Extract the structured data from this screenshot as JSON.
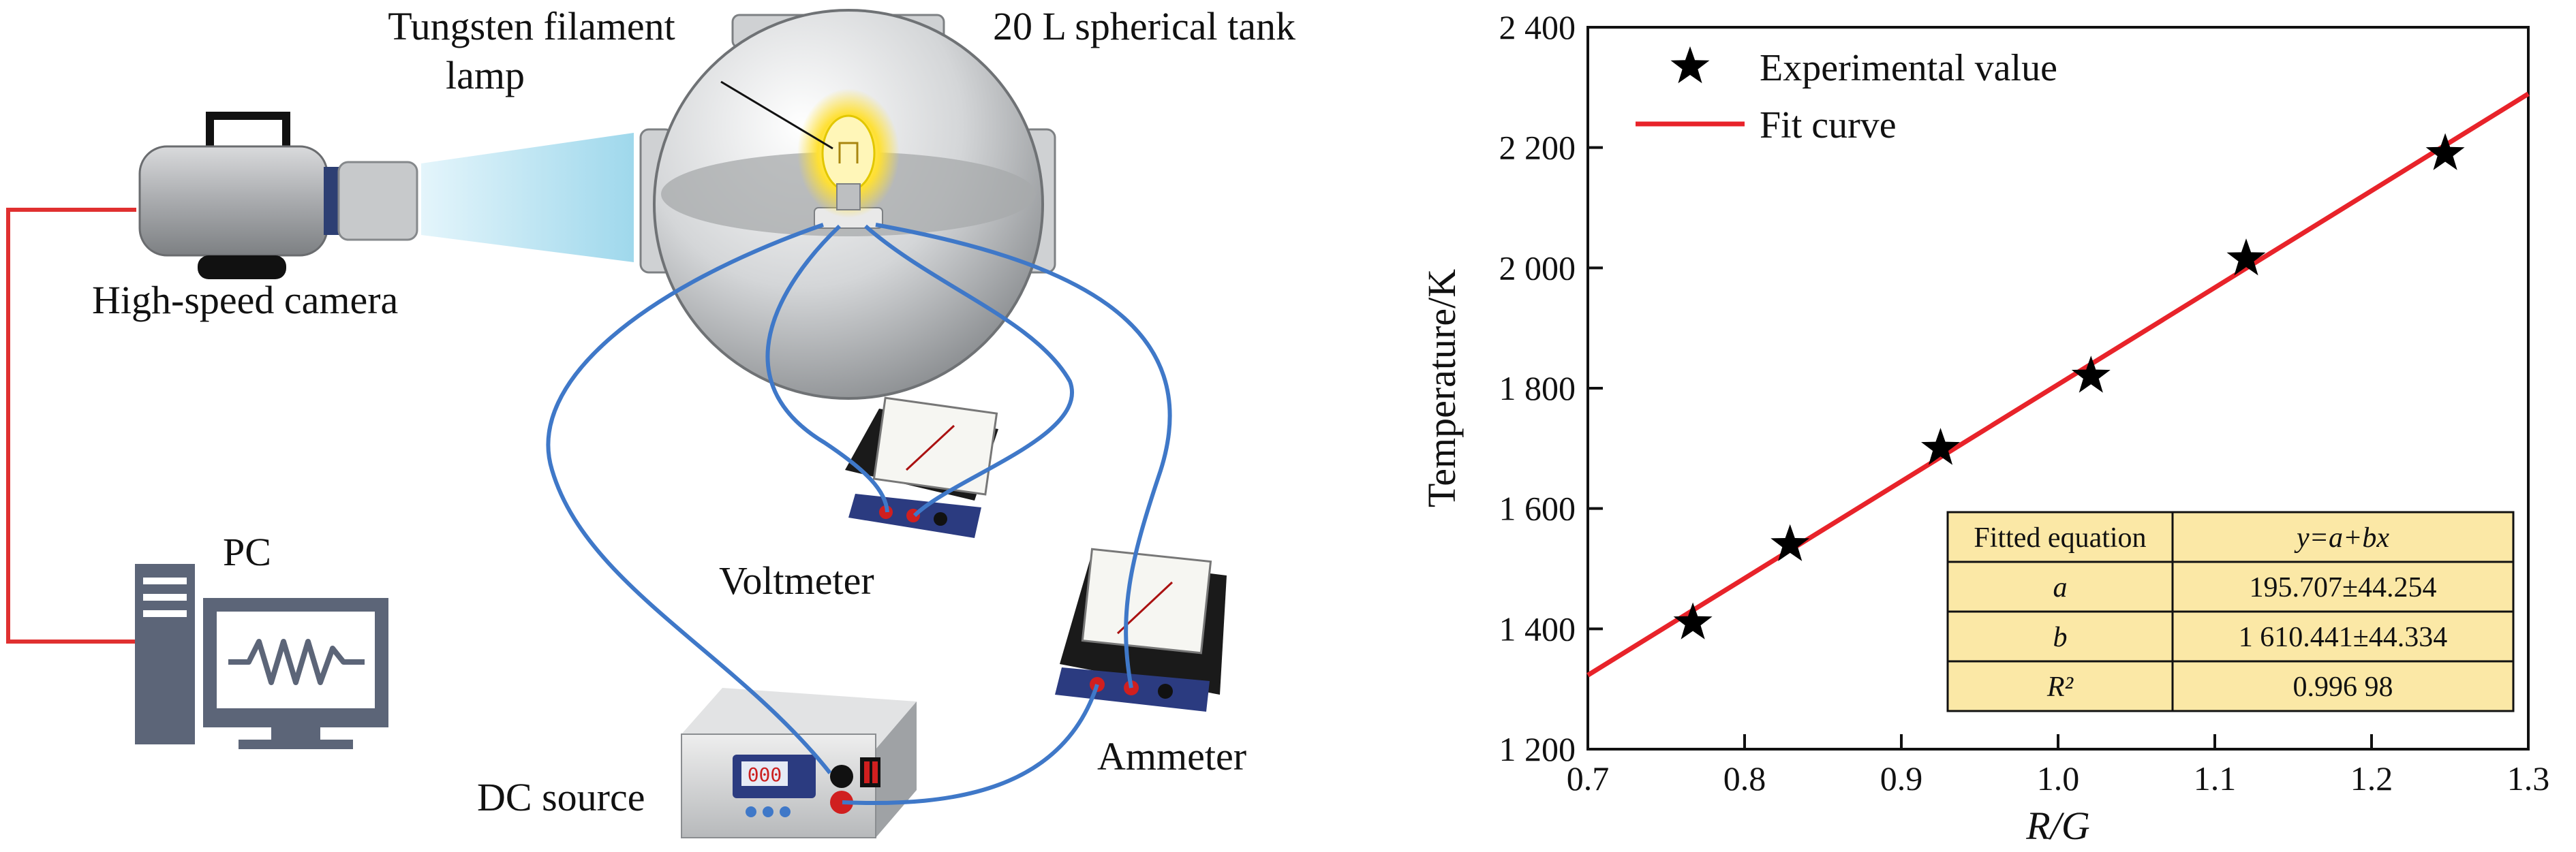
{
  "diagram": {
    "labels": {
      "lamp": [
        "Tungsten filament",
        "lamp"
      ],
      "tank": "20 L spherical tank",
      "camera": "High-speed camera",
      "pc": "PC",
      "voltmeter": "Voltmeter",
      "ammeter": "Ammeter",
      "dc_source": "DC source",
      "dc_display": "000"
    },
    "colors": {
      "wire": "#3f78c8",
      "camera_wire": "#e03030",
      "lamp_glow": "#ffe033"
    }
  },
  "chart_data": {
    "type": "scatter",
    "title": "",
    "xlabel": "R/G",
    "ylabel": "Temperature/K",
    "xlim": [
      0.7,
      1.3
    ],
    "ylim": [
      1200,
      2400
    ],
    "xticks": [
      "0.7",
      "0.8",
      "0.9",
      "1.0",
      "1.1",
      "1.2",
      "1.3"
    ],
    "yticks": [
      "1 200",
      "1 400",
      "1 600",
      "1 800",
      "2 000",
      "2 200",
      "2 400"
    ],
    "legend_position": "top-left",
    "series": [
      {
        "name": "Experimental value",
        "kind": "points",
        "color": "#000000",
        "x": [
          0.767,
          0.829,
          0.925,
          1.021,
          1.12,
          1.247
        ],
        "y": [
          1410,
          1540,
          1700,
          1820,
          2015,
          2190
        ]
      },
      {
        "name": "Fit curve",
        "kind": "line",
        "color": "#e8232a",
        "x": [
          0.7,
          1.3
        ],
        "y": [
          1323.0,
          2289.3
        ]
      }
    ],
    "fit_table": {
      "rows": [
        [
          "Fitted equation",
          "y=a+bx"
        ],
        [
          "a",
          "195.707±44.254"
        ],
        [
          "b",
          "1 610.441±44.334"
        ],
        [
          "R²",
          "0.996 98"
        ]
      ]
    }
  }
}
